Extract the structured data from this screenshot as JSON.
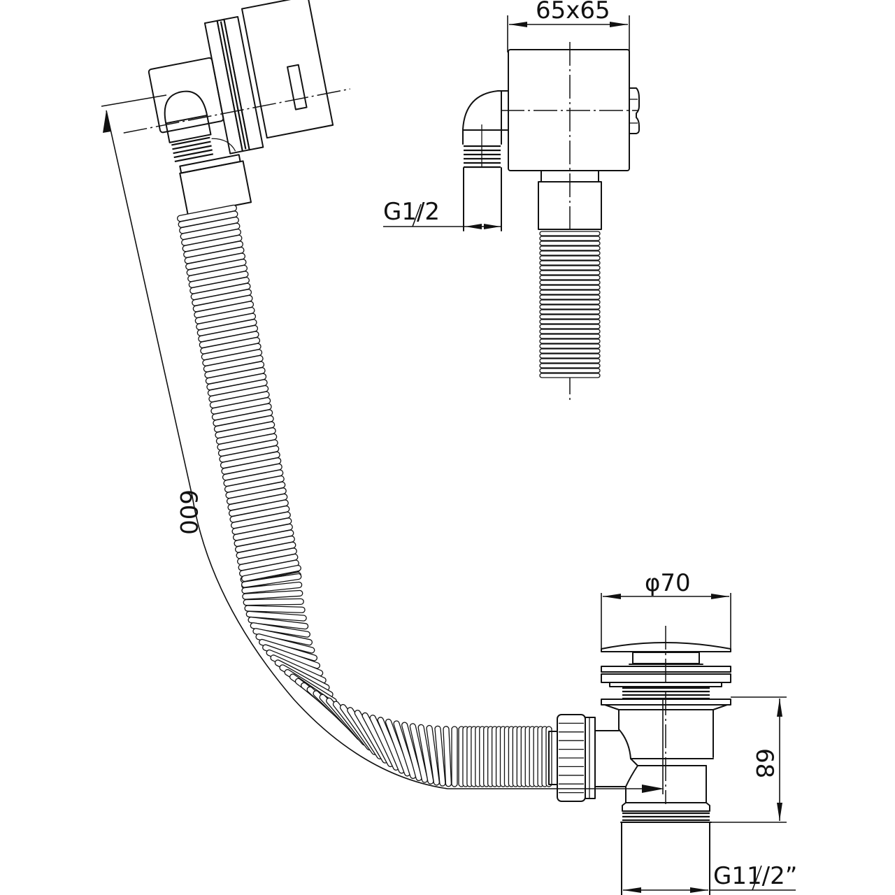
{
  "drawing": {
    "title": "Bath waste and overflow assembly",
    "background": "#ffffff",
    "line_color": "#111111"
  },
  "dimensions": {
    "overflow_box_size": "65x65",
    "overflow_thread": "G1/2",
    "hose_length": "600",
    "plug_diameter": "φ70",
    "waste_height": "68",
    "waste_thread": "G11/2”"
  },
  "components": {
    "overflow_side_view": "overflow-head-side",
    "overflow_front_view": "overflow-head-front",
    "flexible_hose": "corrugated-hose",
    "waste_valve": "click-clack-waste",
    "union_nut": "hose-union-nut"
  }
}
